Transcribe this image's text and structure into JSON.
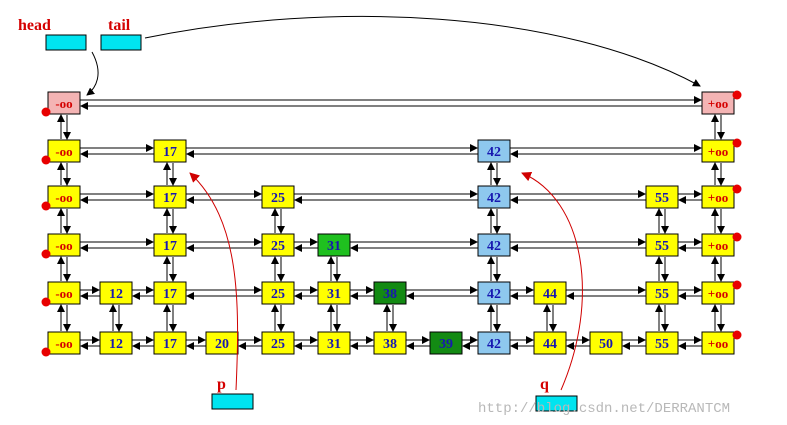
{
  "labels": {
    "head": "head",
    "tail": "tail",
    "p": "p",
    "q": "q"
  },
  "watermark": "http://blog.csdn.net/DERRANTCM",
  "sentinels": {
    "left": "-oo",
    "right": "+oo"
  },
  "levels": [
    {
      "level": 5,
      "keys": []
    },
    {
      "level": 4,
      "keys": [
        "17",
        "42"
      ]
    },
    {
      "level": 3,
      "keys": [
        "17",
        "25",
        "42",
        "55"
      ]
    },
    {
      "level": 2,
      "keys": [
        "17",
        "25",
        "31",
        "42",
        "55"
      ]
    },
    {
      "level": 1,
      "keys": [
        "12",
        "17",
        "25",
        "31",
        "38",
        "42",
        "44",
        "55"
      ]
    },
    {
      "level": 0,
      "keys": [
        "12",
        "17",
        "20",
        "25",
        "31",
        "38",
        "39",
        "42",
        "44",
        "50",
        "55"
      ]
    }
  ],
  "highlights": {
    "search_path": [
      "31",
      "38"
    ],
    "inserted": [
      "39"
    ],
    "target_column": [
      "42"
    ]
  },
  "colors": {
    "node": "#ffff00",
    "top_sentinel": "#f4b4b4",
    "blue_column": "#8ec8ee",
    "green_light": "#1fc01f",
    "green_dark": "#138a13",
    "pointer_box": "#00e4f0",
    "label_red": "#d40000",
    "node_text": "#1818b0",
    "sentinel_text": "#d40000",
    "dot": "#e80000",
    "pointer_curve": "#d00000",
    "watermark": "#b8b8b8"
  }
}
